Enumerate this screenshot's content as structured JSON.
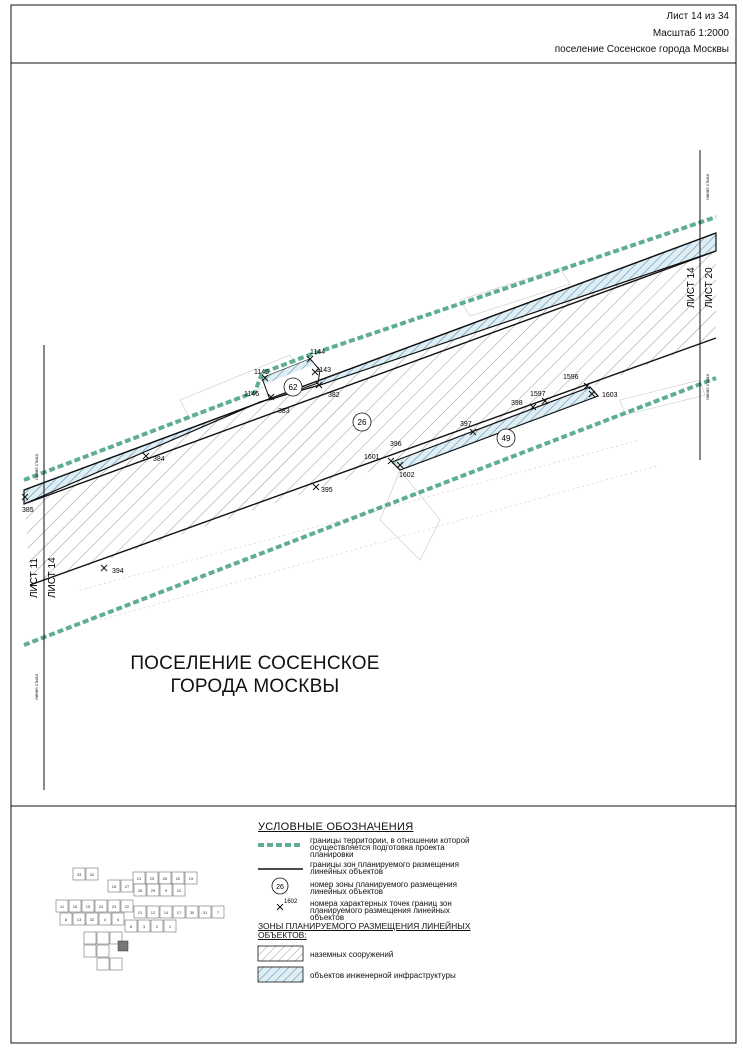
{
  "header": {
    "sheet": "Лист 14 из 34",
    "scale": "Масштаб 1:2000",
    "settlement": "поселение Сосенское города Москвы"
  },
  "map": {
    "title_line1": "ПОСЕЛЕНИЕ СОСЕНСКОЕ",
    "title_line2": "ГОРОДА МОСКВЫ",
    "sheet_left_a": "ЛИСТ 11",
    "sheet_left_b": "ЛИСТ 14",
    "sheet_right_a": "ЛИСТ 14",
    "sheet_right_b": "ЛИСТ 20",
    "seam_label": "линия стыка",
    "zone_labels": [
      "26",
      "49",
      "62"
    ],
    "point_labels": [
      "1144",
      "1145",
      "1143",
      "1146",
      "383",
      "382",
      "384",
      "385",
      "395",
      "394",
      "396",
      "1601",
      "1602",
      "397",
      "398",
      "1597",
      "1596",
      "1603"
    ]
  },
  "legend": {
    "title": "УСЛОВНЫЕ ОБОЗНАЧЕНИЯ",
    "item1_l1": "границы территории, в отношении которой",
    "item1_l2": "осуществляется подготовка проекта",
    "item1_l3": "планировки",
    "item2_l1": "границы зон планируемого размещения",
    "item2_l2": "линейных объектов",
    "item3_symbol": "26",
    "item3_l1": "номер зоны планируемого размещения",
    "item3_l2": "линейных объектов",
    "item4_symbol": "1602",
    "item4_l1": "номера характерных точек границ зон",
    "item4_l2": "планируемого размещения линейных",
    "item4_l3": "объектов",
    "zones_title": "ЗОНЫ ПЛАНИРУЕМОГО РАЗМЕЩЕНИЯ ЛИНЕЙНЫХ ОБЪЕКТОВ:",
    "zone1": "наземных сооружений",
    "zone2": "объектов инженерной инфраструктуры"
  },
  "key_map": {
    "cells": [
      "33",
      "34",
      "21",
      "25",
      "26",
      "20",
      "19",
      "18",
      "27",
      "28",
      "29",
      "9",
      "10",
      "11",
      "16",
      "15",
      "24",
      "23",
      "22",
      "21",
      "12",
      "14",
      "17",
      "30",
      "31",
      "7",
      "8",
      "13",
      "32",
      "4",
      "5",
      "6",
      "3",
      "2",
      "1"
    ]
  },
  "colors": {
    "boundary_green": "#5fae90",
    "line": "#111111",
    "hatch_blue": "#5b8fae",
    "hatch_gray": "#666666"
  }
}
